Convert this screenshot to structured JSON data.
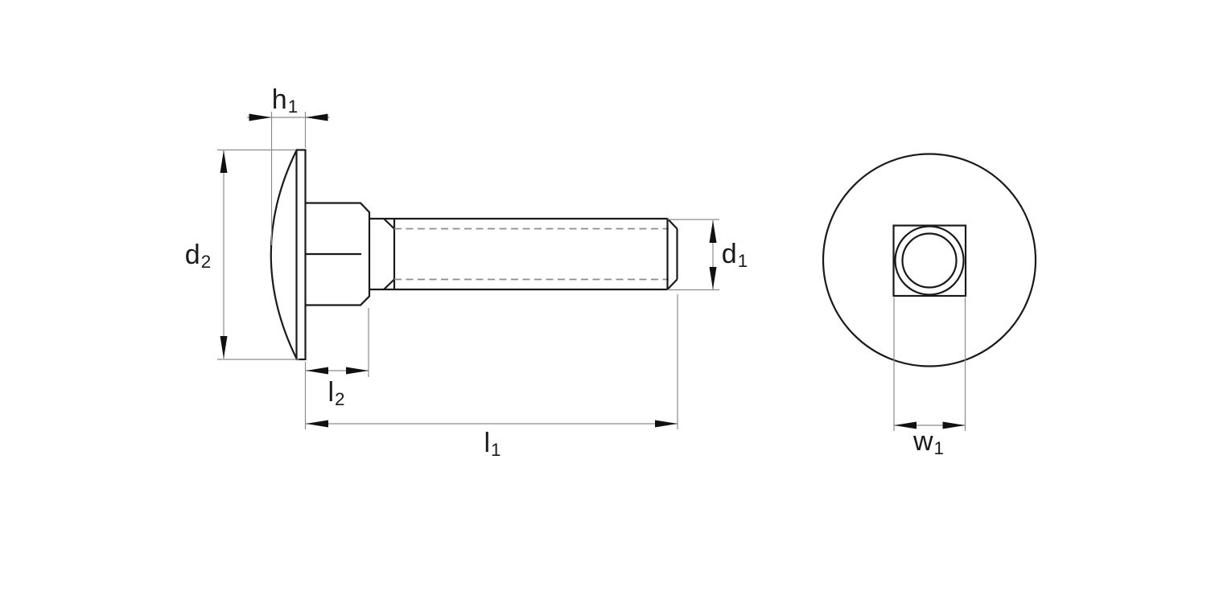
{
  "figure": {
    "kind": "technical-drawing",
    "description": "Carriage bolt: side view with dome head, square neck and threaded shank; head-on view with square neck inside round head",
    "background_color": "#ffffff",
    "outline_color": "#1a1a1a",
    "dimension_line_color": "#8c8c8c",
    "arrow_color": "#111111",
    "text_color": "#1a1a1a"
  },
  "labels": {
    "h1": {
      "base": "h",
      "sub": "1"
    },
    "d2": {
      "base": "d",
      "sub": "2"
    },
    "l2": {
      "base": "l",
      "sub": "2"
    },
    "l1": {
      "base": "l",
      "sub": "1"
    },
    "d1": {
      "base": "d",
      "sub": "1"
    },
    "w1": {
      "base": "w",
      "sub": "1"
    }
  }
}
